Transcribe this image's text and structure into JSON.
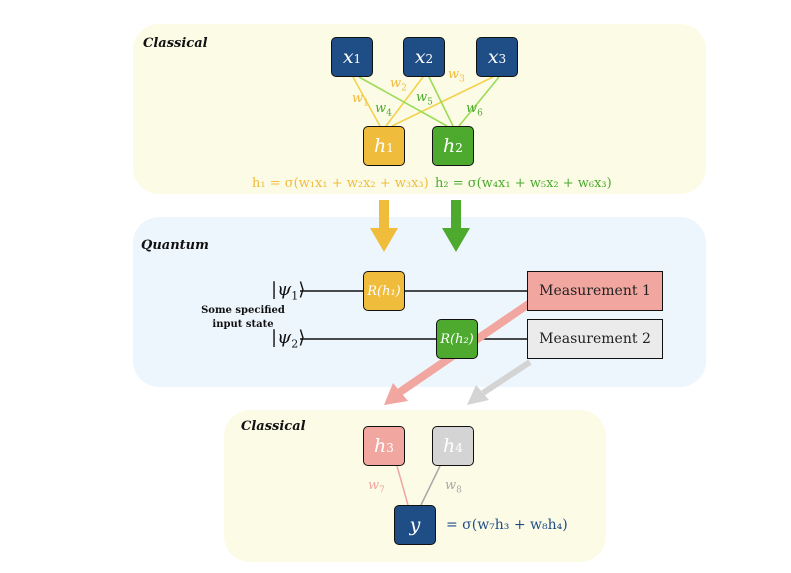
{
  "panels": {
    "top_label": "Classical",
    "mid_label": "Quantum",
    "bottom_label": "Classical"
  },
  "inputs": [
    {
      "sym": "x",
      "sub": "1"
    },
    {
      "sym": "x",
      "sub": "2"
    },
    {
      "sym": "x",
      "sub": "3"
    }
  ],
  "hidden": [
    {
      "sym": "h",
      "sub": "1"
    },
    {
      "sym": "h",
      "sub": "2"
    }
  ],
  "weights_top": [
    {
      "sym": "w",
      "sub": "1"
    },
    {
      "sym": "w",
      "sub": "2"
    },
    {
      "sym": "w",
      "sub": "3"
    },
    {
      "sym": "w",
      "sub": "4"
    },
    {
      "sym": "w",
      "sub": "5"
    },
    {
      "sym": "w",
      "sub": "6"
    }
  ],
  "formulas": {
    "h1": "h₁ = σ(w₁x₁ + w₂x₂ + w₃x₃)",
    "h2": "h₂ = σ(w₄x₁ + w₅x₂ + w₆x₃)",
    "y": "= σ(w₇h₃ + w₈h₄)"
  },
  "quantum": {
    "psi1": {
      "sym": "ψ",
      "sub": "1"
    },
    "psi2": {
      "sym": "ψ",
      "sub": "2"
    },
    "input_note": "Some specified input state",
    "gate1": "R(h₁)",
    "gate2": "R(h₂)",
    "measurement1": "Measurement 1",
    "measurement2": "Measurement 2"
  },
  "outputs": [
    {
      "sym": "h",
      "sub": "3"
    },
    {
      "sym": "h",
      "sub": "4"
    }
  ],
  "weights_bottom": [
    {
      "sym": "w",
      "sub": "7"
    },
    {
      "sym": "w",
      "sub": "8"
    }
  ],
  "result": {
    "sym": "y"
  },
  "colors": {
    "blue": "#1f4e86",
    "yellow": "#f0bc3c",
    "green": "#4daa2f",
    "pink": "#f1a6a0",
    "grey": "#d4d4d4",
    "yellow_line": "#f4d24d",
    "green_line": "#9bdc56"
  }
}
